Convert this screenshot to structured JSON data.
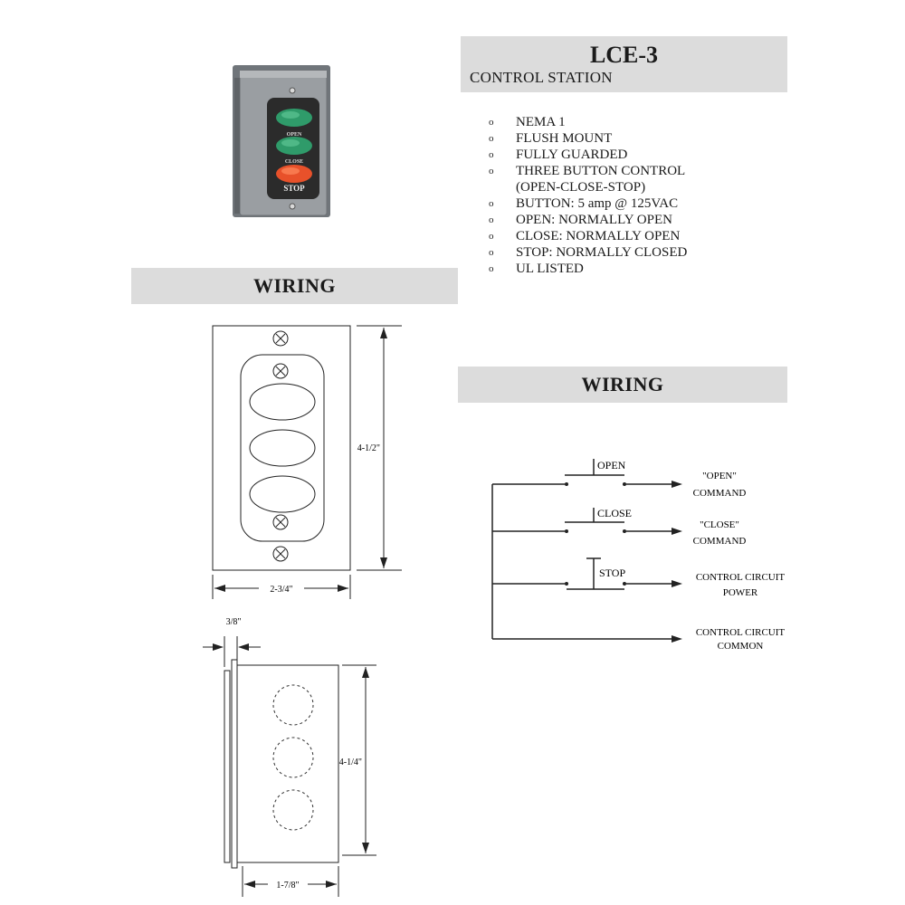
{
  "header": {
    "model": "LCE-3",
    "subtitle": "CONTROL STATION"
  },
  "features": [
    "NEMA 1",
    "FLUSH MOUNT",
    "FULLY GUARDED",
    "THREE BUTTON CONTROL",
    "(OPEN-CLOSE-STOP)",
    "BUTTON: 5 amp @ 125VAC",
    "OPEN: NORMALLY OPEN",
    "CLOSE: NORMALLY OPEN",
    "STOP: NORMALLY CLOSED",
    "UL LISTED"
  ],
  "bullet_char": "o",
  "product_photo": {
    "button_labels": [
      "OPEN",
      "CLOSE",
      "STOP"
    ],
    "colors": {
      "housing": "#8d9195",
      "open_button": "#2f9b6a",
      "close_button": "#2f9b6a",
      "stop_button": "#e8512a",
      "faceplate": "#2b2b2b"
    }
  },
  "sections": {
    "wiring_left": "WIRING",
    "wiring_right": "WIRING"
  },
  "dimensions": {
    "height_front": "4-1/2\"",
    "width_front": "2-3/4\"",
    "depth_flange": "3/8\"",
    "height_side": "4-1/4\"",
    "depth_side": "1-7/8\""
  },
  "schematic": {
    "switch_open": "OPEN",
    "switch_close": "CLOSE",
    "switch_stop": "STOP",
    "out_open_1": "\"OPEN\"",
    "out_open_2": "COMMAND",
    "out_close_1": "\"CLOSE\"",
    "out_close_2": "COMMAND",
    "out_power_1": "CONTROL CIRCUIT",
    "out_power_2": "POWER",
    "out_common_1": "CONTROL CIRCUIT",
    "out_common_2": "COMMON"
  }
}
